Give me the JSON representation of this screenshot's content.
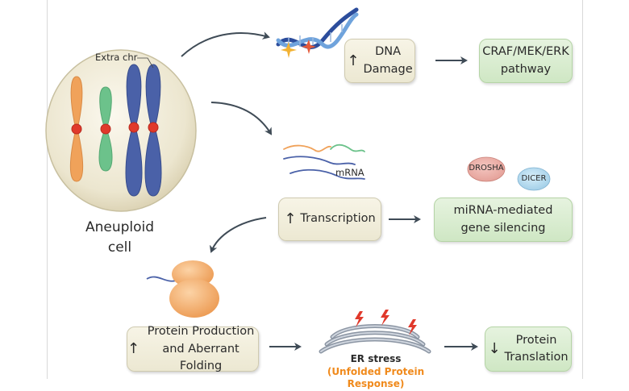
{
  "cell": {
    "extra_chr_label": "Extra chr",
    "name_line1": "Aneuploid",
    "name_line2": "cell"
  },
  "dna_damage": {
    "arrow": "↑",
    "line1": "DNA",
    "line2": "Damage"
  },
  "craf_pathway": {
    "line1": "CRAF/MEK/ERK",
    "line2": "pathway"
  },
  "mrna_label": "mRNA",
  "drosha_label": "DROSHA",
  "dicer_label": "DICER",
  "transcription": {
    "arrow": "↑",
    "label": "Transcription"
  },
  "mirna_silencing": {
    "line1": "miRNA-mediated",
    "line2": "gene silencing"
  },
  "protein_production": {
    "arrow": "↑",
    "line1": "Protein Production",
    "line2": "and Aberrant Folding"
  },
  "er_stress": {
    "title": "ER stress",
    "upr": "(Unfolded Protein Response)"
  },
  "protein_translation": {
    "arrow": "↓",
    "line1": "Protein",
    "line2": "Translation"
  },
  "colors": {
    "orange_chr": "#f0a25a",
    "green_chr": "#6cc28b",
    "blue_chr": "#4a61a8",
    "centromere": "#e0392b",
    "upr_text": "#f08a1c",
    "arrow": "#3f4b56"
  }
}
